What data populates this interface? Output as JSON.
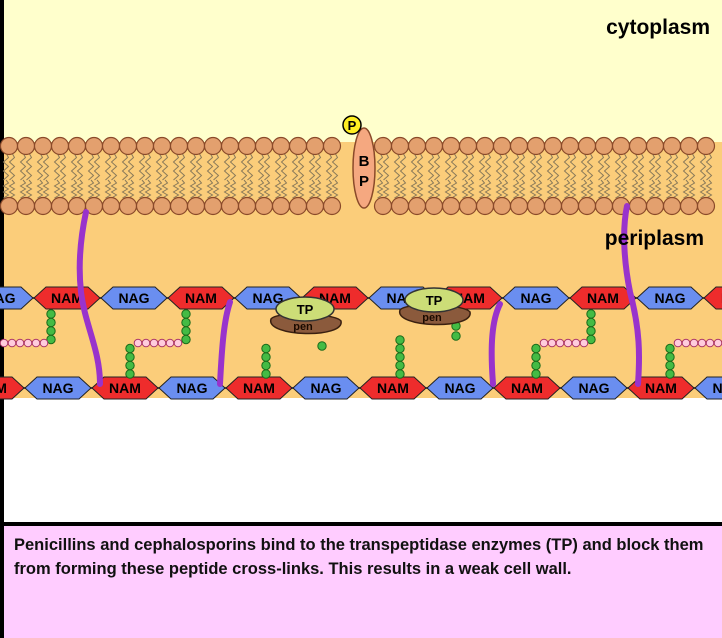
{
  "regions": {
    "cytoplasm_label": "cytoplasm",
    "periplasm_label": "periplasm"
  },
  "membrane_protein": {
    "phosphate_label": "P",
    "protein_label_line1": "B",
    "protein_label_line2": "P"
  },
  "sugars": {
    "nag": "NAG",
    "nam": "NAM"
  },
  "enzymes": [
    {
      "tp_label": "TP",
      "pen_label": "pen"
    },
    {
      "tp_label": "TP",
      "pen_label": "pen"
    }
  ],
  "caption": {
    "text": "Penicillins and cephalosporins bind to the transpeptidase enzymes (TP) and block them from  forming these peptide cross-links. This results in a weak cell wall."
  },
  "colors": {
    "cytoplasm": "#ffffcc",
    "periplasm": "#fbcd7a",
    "lipid_head": "#e3a06e",
    "nag": "#6a8ef0",
    "nam": "#ee2c2c",
    "peptide": "#44bb44",
    "crosslink": "#9933cc",
    "tp": "#ccdd77",
    "pen": "#8b5a3c",
    "caption_bg": "#ffccff"
  }
}
